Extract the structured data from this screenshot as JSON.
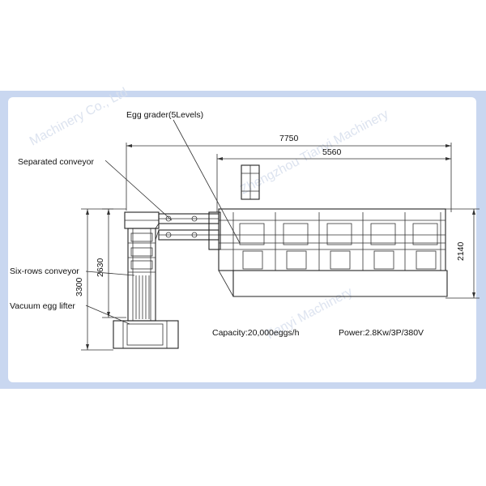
{
  "labels": {
    "egg_grader": "Egg grader(5Levels)",
    "separated_conveyor": "Separated conveyor",
    "six_rows_conveyor": "Six-rows conveyor",
    "vacuum_egg_lifter": "Vacuum egg lifter"
  },
  "dimensions": {
    "overall_length": "7750",
    "grader_length": "5560",
    "grader_height": "2140",
    "conveyor_height": "2630",
    "lifter_height": "3300"
  },
  "specs": {
    "capacity": "Capacity:20,000eggs/h",
    "power": "Power:2.8Kw/3P/380V"
  },
  "colors": {
    "frame_border": "#c9d7f0",
    "line": "#333333"
  }
}
